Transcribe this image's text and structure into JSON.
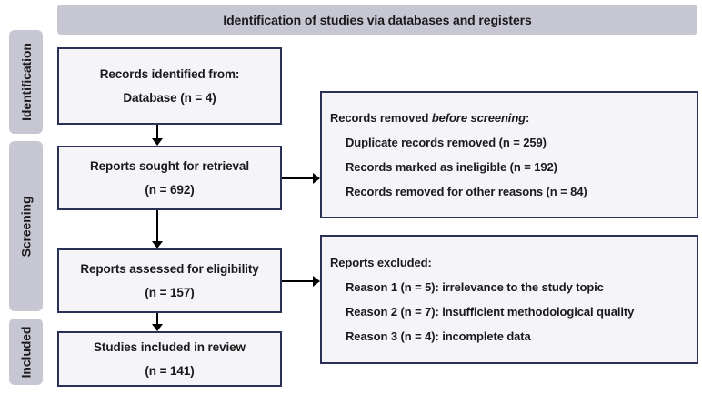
{
  "header": {
    "title": "Identification of studies via databases and registers"
  },
  "sidebar": {
    "identification": "Identification",
    "screening": "Screening",
    "included": "Included"
  },
  "main_boxes": {
    "records_identified": {
      "line1": "Records identified from:",
      "line2": "Database (n = 4)"
    },
    "reports_sought": {
      "line1": "Reports sought for retrieval",
      "line2": "(n = 692)"
    },
    "reports_assessed": {
      "line1": "Reports assessed for eligibility",
      "line2": "(n = 157)"
    },
    "studies_included": {
      "line1": "Studies included in review",
      "line2": "(n = 141)"
    }
  },
  "side_boxes": {
    "records_removed": {
      "title_prefix": "Records removed ",
      "title_italic": "before screening",
      "title_suffix": ":",
      "items": [
        "Duplicate records removed (n = 259)",
        "Records marked as ineligible (n = 192)",
        "Records removed for other reasons (n = 84)"
      ]
    },
    "reports_excluded": {
      "title": "Reports excluded:",
      "items": [
        "Reason 1 (n = 5): irrelevance to the study topic",
        "Reason 2 (n = 7): insufficient methodological quality",
        "Reason 3 (n = 4): incomplete data"
      ]
    }
  },
  "colors": {
    "band_fill": "#c6c7d3",
    "box_fill": "#f4f4f9",
    "box_border": "#2a3156",
    "arrow": "#000000",
    "text": "#1a1a1a"
  }
}
